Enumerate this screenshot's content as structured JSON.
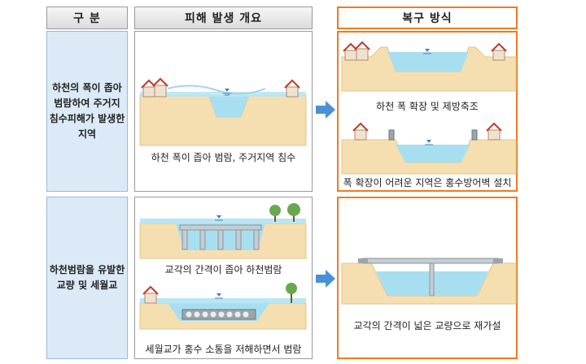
{
  "headers": {
    "category": "구 분",
    "damage": "피해 발생 개요",
    "recovery": "복구 방식"
  },
  "rows": [
    {
      "category_lines": [
        "하천의 폭이 좁아",
        "범람하여 주거지",
        "침수피해가 발생한",
        "지역"
      ],
      "damage_captions": [
        "하천 폭이 좁아 범람, 주거지역 침수"
      ],
      "recovery_captions": [
        "하천 폭 확장 및 제방축조",
        "폭 확장이 어려운 지역은 홍수방어벽 설치"
      ]
    },
    {
      "category_lines": [
        "하천범람을 유발한",
        "교량 및 세월교"
      ],
      "damage_captions": [
        "교각의 간격이 좁아 하천범람",
        "세월교가 홍수 소통을 저해하면서 범람"
      ],
      "recovery_captions": [
        "교각의 간격이 넓은 교량으로 재가설"
      ]
    }
  ],
  "colors": {
    "header_border": "#9a9a9a",
    "highlight_border": "#f07b1d",
    "category_fill": "#dceaf8",
    "ground": "#f5dfb0",
    "water": "#a8dff0",
    "arrow": "#4a90d9"
  }
}
